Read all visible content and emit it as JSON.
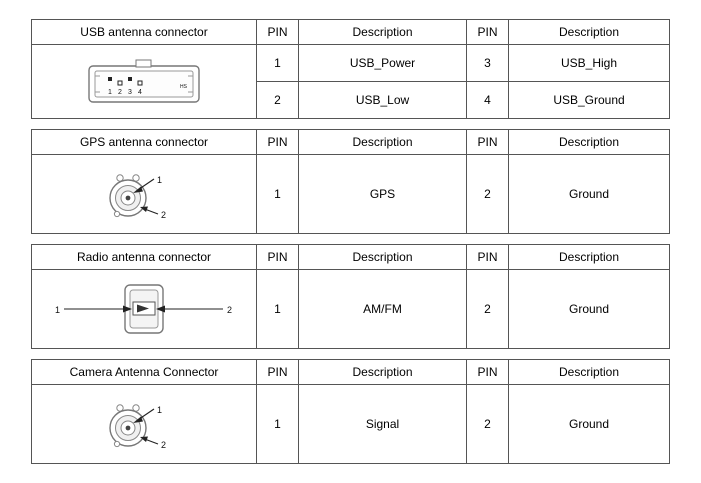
{
  "colors": {
    "border": "#555555",
    "text": "#000000",
    "background": "#ffffff"
  },
  "tables": [
    {
      "title": "USB antenna connector",
      "col_headers": [
        "PIN",
        "Description",
        "PIN",
        "Description"
      ],
      "rows": [
        [
          "1",
          "USB_Power",
          "3",
          "USB_High"
        ],
        [
          "2",
          "USB_Low",
          "4",
          "USB_Ground"
        ]
      ],
      "diagram": {
        "type": "usb-connector",
        "pin_labels": [
          "1",
          "2",
          "3",
          "4"
        ],
        "logo": "HS"
      }
    },
    {
      "title": "GPS antenna connector",
      "col_headers": [
        "PIN",
        "Description",
        "PIN",
        "Description"
      ],
      "rows": [
        [
          "1",
          "GPS",
          "2",
          "Ground"
        ]
      ],
      "diagram": {
        "type": "coax-connector",
        "pin_labels": [
          "1",
          "2"
        ]
      }
    },
    {
      "title": "Radio antenna connector",
      "col_headers": [
        "PIN",
        "Description",
        "PIN",
        "Description"
      ],
      "rows": [
        [
          "1",
          "AM/FM",
          "2",
          "Ground"
        ]
      ],
      "diagram": {
        "type": "radio-connector",
        "pin_labels": [
          "1",
          "2"
        ]
      }
    },
    {
      "title": "Camera Antenna Connector",
      "col_headers": [
        "PIN",
        "Description",
        "PIN",
        "Description"
      ],
      "rows": [
        [
          "1",
          "Signal",
          "2",
          "Ground"
        ]
      ],
      "diagram": {
        "type": "coax-connector",
        "pin_labels": [
          "1",
          "2"
        ]
      }
    }
  ]
}
